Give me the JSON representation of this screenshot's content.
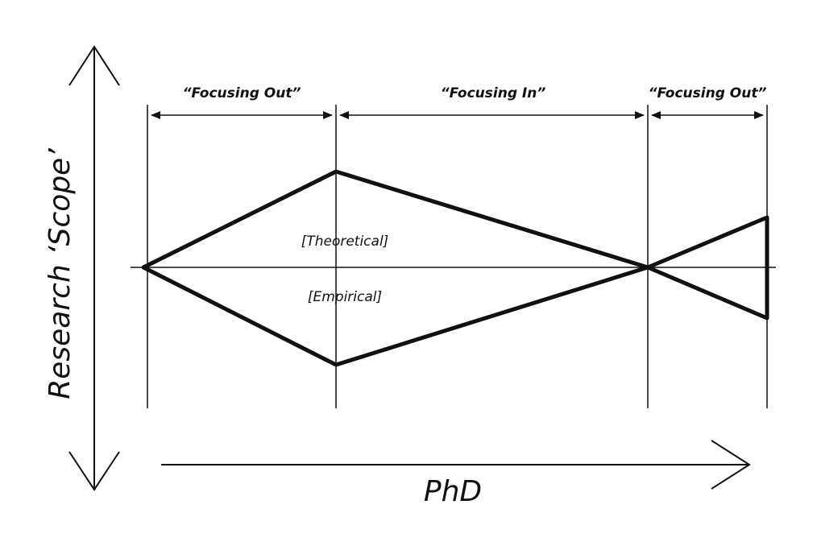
{
  "diagram": {
    "y_axis_label": "Research ‘Scope’",
    "x_axis_label": "PhD",
    "phases": [
      {
        "label": "“Focusing Out”"
      },
      {
        "label": "“Focusing In”"
      },
      {
        "label": "“Focusing Out”"
      }
    ],
    "regions": {
      "upper_label": "[Theoretical]",
      "lower_label": "[Empirical]"
    },
    "colors": {
      "line": "#111111",
      "background": "#ffffff"
    }
  }
}
